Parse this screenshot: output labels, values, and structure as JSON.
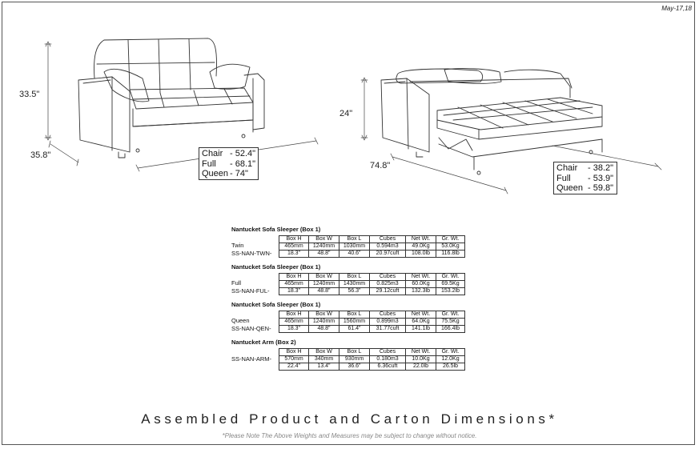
{
  "header": {
    "date": "May-17,18"
  },
  "left_view": {
    "height_label": "33.5\"",
    "depth_label": "35.8\"",
    "sizes": [
      {
        "name": "Chair",
        "value": "- 52.4\""
      },
      {
        "name": "Full",
        "value": "- 68.1\""
      },
      {
        "name": "Queen",
        "value": "- 74\""
      }
    ]
  },
  "right_view": {
    "height_label": "24\"",
    "depth_label": "74.8\"",
    "sizes": [
      {
        "name": "Chair",
        "value": "- 38.2\""
      },
      {
        "name": "Full",
        "value": "- 53.9\""
      },
      {
        "name": "Queen",
        "value": "- 59.8\""
      }
    ]
  },
  "tables": {
    "columns": [
      "Box H",
      "Box W",
      "Box L",
      "Cubes",
      "Net Wt.",
      "Gr. Wt."
    ],
    "blocks": [
      {
        "title": "Nantucket Sofa Sleeper (Box 1)",
        "label1": "Twin",
        "label2": "SS-NAN-TWN-",
        "metric": [
          "465mm",
          "1240mm",
          "1030mm",
          "0.594m3",
          "49.0Kg",
          "53.0Kg"
        ],
        "imperial": [
          "18.3\"",
          "48.8\"",
          "40.6\"",
          "20.97cuft",
          "108.0lb",
          "116.8lb"
        ]
      },
      {
        "title": "Nantucket Sofa Sleeper (Box 1)",
        "label1": "Full",
        "label2": "SS-NAN-FUL-",
        "metric": [
          "465mm",
          "1240mm",
          "1430mm",
          "0.825m3",
          "60.0Kg",
          "69.5Kg"
        ],
        "imperial": [
          "18.3\"",
          "48.8\"",
          "56.3\"",
          "29.12cuft",
          "132.3lb",
          "153.2lb"
        ]
      },
      {
        "title": "Nantucket Sofa Sleeper (Box 1)",
        "label1": "Queen",
        "label2": "SS-NAN-QEN-",
        "metric": [
          "465mm",
          "1240mm",
          "1560mm",
          "0.899m3",
          "64.0Kg",
          "75.5Kg"
        ],
        "imperial": [
          "18.3\"",
          "48.8\"",
          "61.4\"",
          "31.77cuft",
          "141.1lb",
          "166.4lb"
        ]
      },
      {
        "title": "Nantucket Arm (Box 2)",
        "label1": "",
        "label2": "SS-NAN-ARM-",
        "metric": [
          "570mm",
          "340mm",
          "930mm",
          "0.180m3",
          "10.0Kg",
          "12.0Kg"
        ],
        "imperial": [
          "22.4\"",
          "13.4\"",
          "36.6\"",
          "6.36cuft",
          "22.0lb",
          "26.5lb"
        ]
      }
    ]
  },
  "footer": {
    "heading": "Assembled Product and Carton Dimensions*",
    "note": "*Please Note The Above Weights and Measures may be subject to change without notice."
  }
}
